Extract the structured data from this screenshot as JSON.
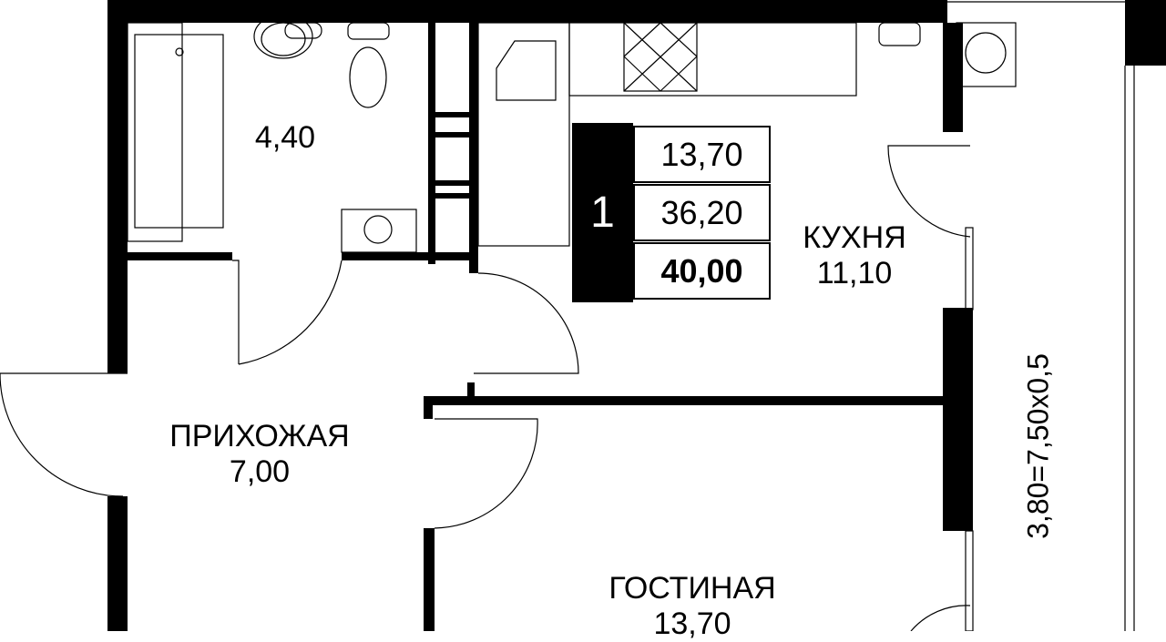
{
  "plan": {
    "rooms_count": "1",
    "living_area": "13,70",
    "area_without_balcony": "36,20",
    "total_area": "40,00",
    "colors": {
      "wall": "#000000",
      "background": "#ffffff"
    }
  },
  "rooms": {
    "bathroom": {
      "area": "4,40"
    },
    "kitchen": {
      "name": "КУХНЯ",
      "area": "11,10"
    },
    "hallway": {
      "name": "ПРИХОЖАЯ",
      "area": "7,00"
    },
    "living": {
      "name": "ГОСТИНАЯ",
      "area": "13,70"
    }
  },
  "balcony": {
    "dimension": "3,80=7,50x0,5"
  }
}
